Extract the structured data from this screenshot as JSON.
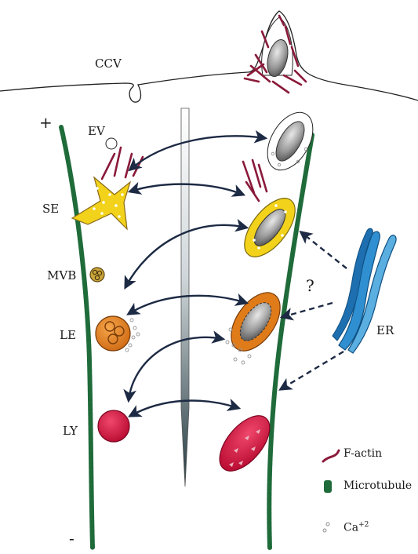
{
  "labels": {
    "ccv": "CCV",
    "ev": "EV",
    "se": "SE",
    "mvb": "MVB",
    "le": "LE",
    "ly": "LY",
    "er": "ER",
    "question": "?",
    "plus": "+",
    "minus": "-"
  },
  "legend": {
    "factin": "F-actin",
    "microtubule": "Microtubule",
    "calcium_base": "Ca",
    "calcium_sup": "+2"
  },
  "colors": {
    "microtubule": "#1f6b3a",
    "factin": "#8a1a3a",
    "arrow": "#1d2a44",
    "se_yellow": "#f2d21a",
    "le_orange": "#e07b1a",
    "ly_red": "#d0103a",
    "er_blue": "#2f8fd0",
    "mvb_brown": "#8a6a1a"
  }
}
